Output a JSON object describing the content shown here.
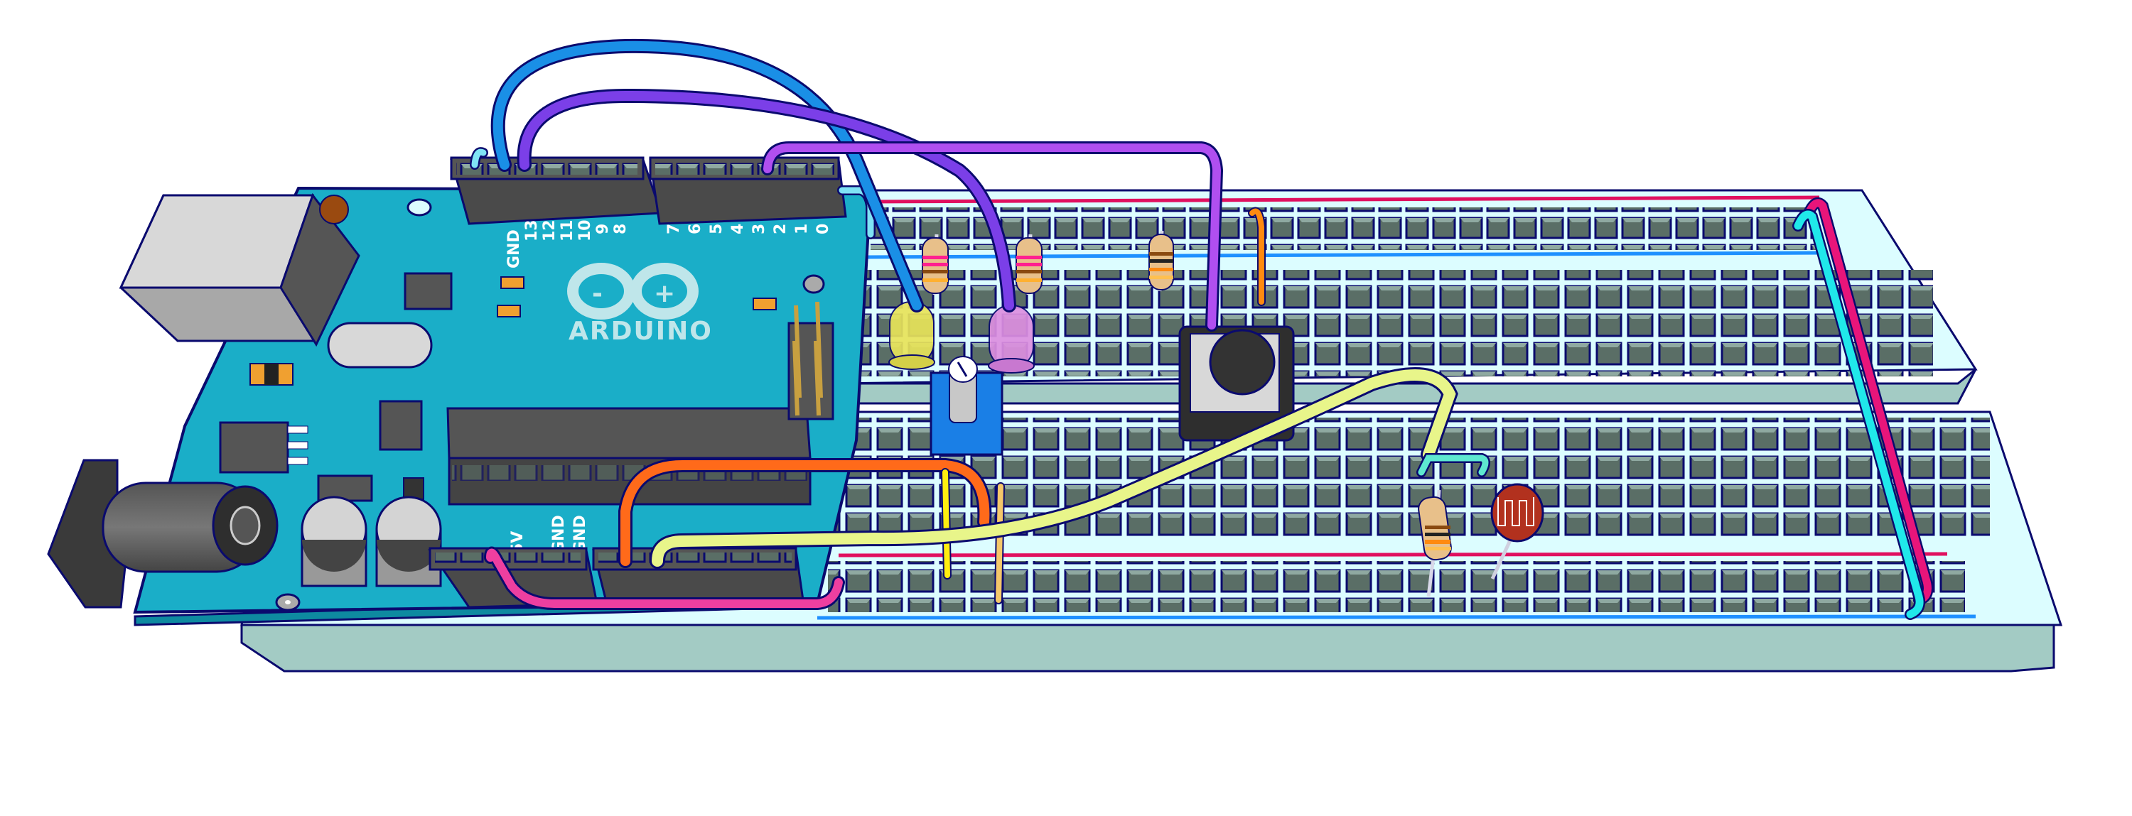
{
  "diagram": {
    "type": "arduino-breadboard-circuit",
    "background": "#ffffff",
    "outline_color": "#0a0a6e",
    "arduino": {
      "logo_text": "ARDUINO",
      "logo_symbols": [
        "-",
        "+"
      ],
      "board_color": "#1aaec8",
      "digital_header_left_labels": [
        "GND",
        "13",
        "12",
        "11",
        "10",
        "9",
        "8"
      ],
      "digital_header_right_labels": [
        "7",
        "6",
        "5",
        "4",
        "3",
        "2",
        "1",
        "0"
      ],
      "power_header_labels": [
        "5V",
        "GND",
        "GND"
      ],
      "components": [
        "usb-b-connector",
        "dc-barrel-jack",
        "atmega-chip",
        "crystal-oscillator",
        "voltage-regulator",
        "capacitors",
        "icsp-header"
      ]
    },
    "breadboard": {
      "body_color": "#dcfdff",
      "side_color": "#a3cbc4",
      "hole_color": "#5a6e66",
      "rail_red": "#e0105f",
      "rail_blue": "#1e90ff"
    },
    "components": [
      {
        "name": "LED",
        "color": "yellow",
        "hex": "#e8e45a"
      },
      {
        "name": "LED",
        "color": "pink",
        "hex": "#dd8fe0"
      },
      {
        "name": "Resistor",
        "bands": [
          "pink",
          "brown",
          "orange"
        ]
      },
      {
        "name": "Resistor",
        "bands": [
          "pink",
          "brown",
          "orange"
        ]
      },
      {
        "name": "Resistor",
        "bands": [
          "brown",
          "black",
          "orange"
        ]
      },
      {
        "name": "Resistor",
        "bands": [
          "brown",
          "black",
          "orange"
        ]
      },
      {
        "name": "Potentiometer",
        "hex": "#1a7fe6"
      },
      {
        "name": "Pushbutton",
        "hex": "#2e2e2e"
      },
      {
        "name": "Photoresistor",
        "hex": "#b2311e"
      }
    ],
    "wires": [
      {
        "id": "wire-blue",
        "hex": "#1a8fe6",
        "from": "pin 13",
        "to": "yellow LED"
      },
      {
        "id": "wire-violet",
        "hex": "#7b3fe8",
        "from": "pin 12",
        "to": "pink LED"
      },
      {
        "id": "wire-purple",
        "hex": "#b04ff0",
        "from": "pin 2",
        "to": "pushbutton"
      },
      {
        "id": "wire-lightblue",
        "hex": "#7fe3f5",
        "from": "GND",
        "to": "top rail"
      },
      {
        "id": "wire-lightblue-2",
        "hex": "#7fe3f5",
        "from": "pin 0 side",
        "to": "top rail"
      },
      {
        "id": "wire-orange",
        "hex": "#ff6a1a",
        "from": "A0",
        "to": "potentiometer"
      },
      {
        "id": "wire-lime",
        "hex": "#e8f58a",
        "from": "A1",
        "to": "photoresistor"
      },
      {
        "id": "wire-magenta",
        "hex": "#ee3fa0",
        "from": "5V",
        "to": "bottom rail"
      },
      {
        "id": "wire-yellow",
        "hex": "#ffee10",
        "from": "potentiometer",
        "to": "bottom rail"
      },
      {
        "id": "wire-tan",
        "hex": "#f5c76a",
        "from": "potentiometer",
        "to": "bottom rail"
      },
      {
        "id": "wire-orange-small",
        "hex": "#ff8a10",
        "from": "top rail",
        "to": "button"
      },
      {
        "id": "wire-teal",
        "hex": "#5ee8d0",
        "from": "lime wire",
        "to": "LDR row"
      },
      {
        "id": "wire-rail-red",
        "hex": "#e8157a",
        "from": "top red rail",
        "to": "bottom red rail"
      },
      {
        "id": "wire-rail-cyan",
        "hex": "#20e8ea",
        "from": "top blue rail",
        "to": "bottom blue rail"
      }
    ]
  }
}
